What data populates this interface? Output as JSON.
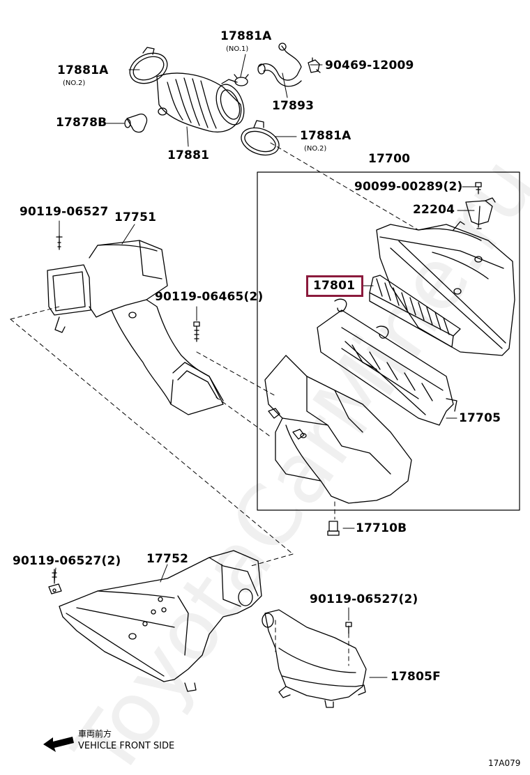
{
  "labels": {
    "p17881A_no1": "17881A",
    "no1": "(NO.1)",
    "p90469": "90469-12009",
    "p17881A_no2_left": "17881A",
    "no2_left": "(NO.2)",
    "p17893": "17893",
    "p17878B": "17878B",
    "p17881A_no2_right": "17881A",
    "no2_right": "(NO.2)",
    "p17881": "17881",
    "p17700": "17700",
    "p90099": "90099-00289(2)",
    "p22204": "22204",
    "p90119_06527_top": "90119-06527",
    "p17751": "17751",
    "p17801": "17801",
    "p90119_06465": "90119-06465(2)",
    "p17705": "17705",
    "p17710B": "17710B",
    "p90119_06527_left": "90119-06527(2)",
    "p17752": "17752",
    "p90119_06527_right": "90119-06527(2)",
    "p17805F": "17805F"
  },
  "highlight": {
    "part": "17801",
    "color": "#8b1a3c"
  },
  "footer": {
    "direction_jp": "車両前方",
    "direction_en": "VEHICLE FRONT SIDE",
    "diagram_code": "17A079"
  },
  "watermark": "ToyotaCarMine.ru"
}
